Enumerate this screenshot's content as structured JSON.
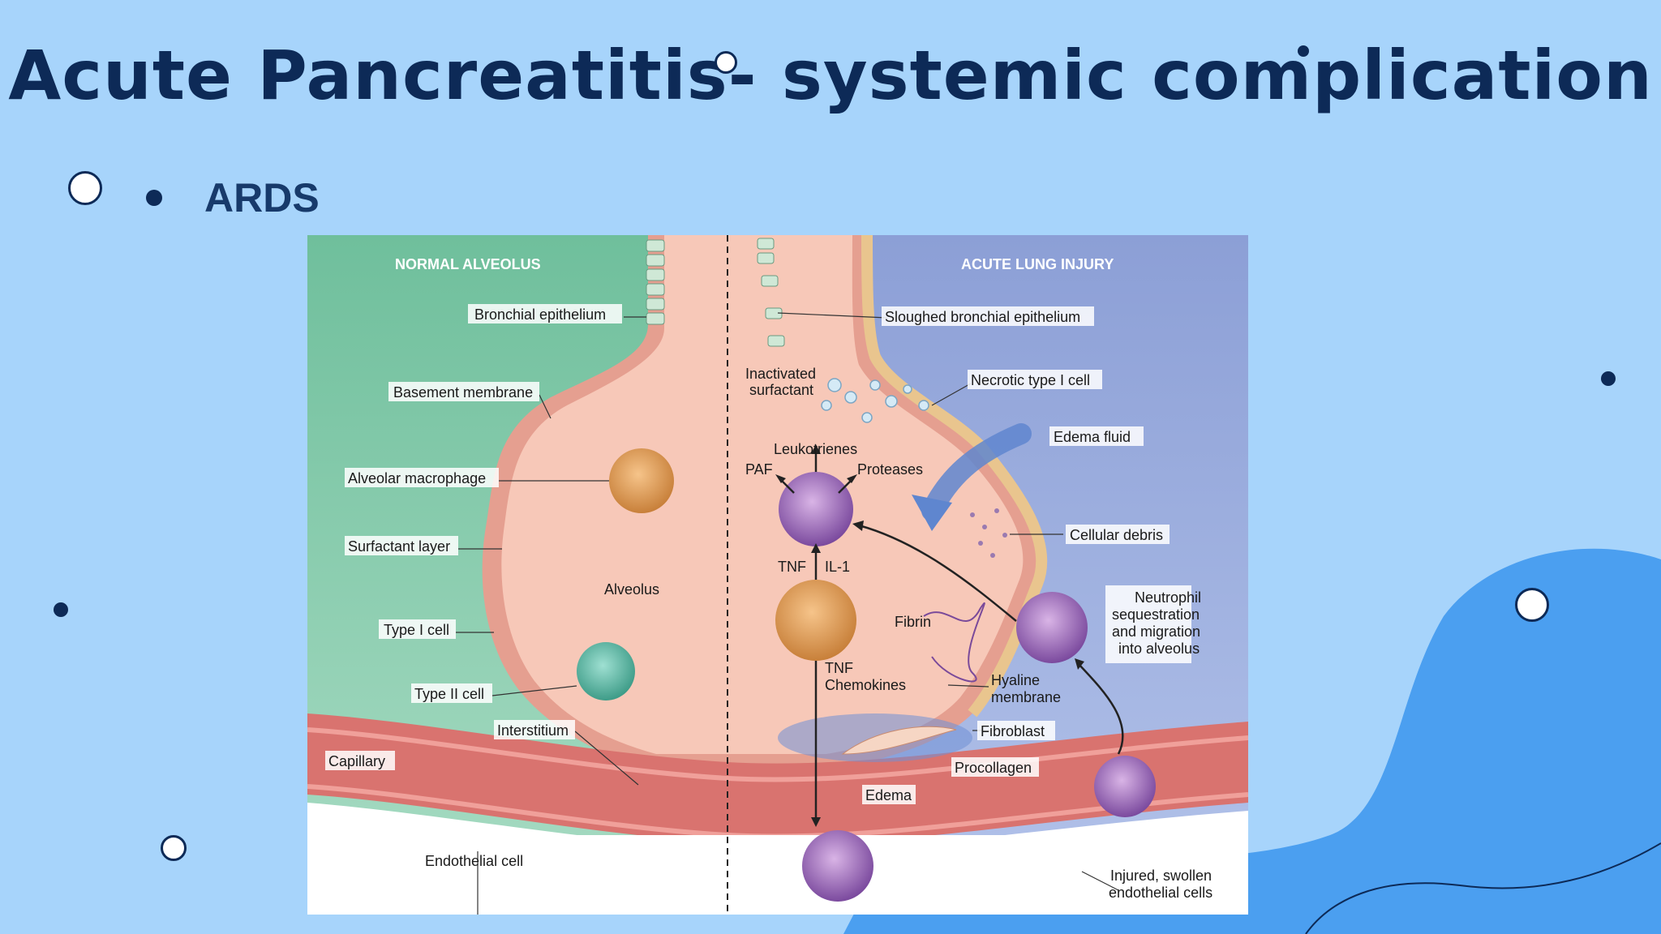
{
  "slide": {
    "title": "Acute Pancreatitis- systemic complication",
    "bullet": "ARDS"
  },
  "figure": {
    "left_header": "NORMAL ALVEOLUS",
    "right_header": "ACUTE LUNG INJURY",
    "labels": {
      "bronchial_epithelium": "Bronchial epithelium",
      "basement_membrane": "Basement membrane",
      "alveolar_macrophage": "Alveolar macrophage",
      "surfactant_layer": "Surfactant layer",
      "type1_cell": "Type I cell",
      "type2_cell": "Type II cell",
      "interstitium": "Interstitium",
      "capillary": "Capillary",
      "endothelial_cell": "Endothelial cell",
      "alveolus": "Alveolus",
      "sloughed_bronchial_epithelium": "Sloughed bronchial epithelium",
      "inactivated_surfactant_1": "Inactivated",
      "inactivated_surfactant_2": "surfactant",
      "necrotic_type1": "Necrotic type I cell",
      "edema_fluid": "Edema fluid",
      "leukotrienes": "Leukotrienes",
      "paf": "PAF",
      "proteases": "Proteases",
      "cellular_debris": "Cellular debris",
      "tnf": "TNF",
      "il1": "IL-1",
      "fibrin": "Fibrin",
      "neutrophil_1": "Neutrophil",
      "neutrophil_2": "sequestration",
      "neutrophil_3": "and migration",
      "neutrophil_4": "into alveolus",
      "tnf2": "TNF",
      "chemokines": "Chemokines",
      "hyaline_1": "Hyaline",
      "hyaline_2": "membrane",
      "fibroblast": "Fibroblast",
      "procollagen": "Procollagen",
      "edema": "Edema",
      "injured_1": "Injured, swollen",
      "injured_2": "endothelial cells"
    }
  },
  "colors": {
    "background": "#a7d4fb",
    "title": "#0d2a57",
    "blob": "#4b9ff0",
    "normal_panel": "#7cc7a6",
    "injury_panel": "#8fa3d8",
    "alveolar_wall": "#f2a89a"
  },
  "icons": {
    "bullet": "filled-circle",
    "decor_rings": "hollow-circle",
    "decor_dots": "filled-circle"
  }
}
